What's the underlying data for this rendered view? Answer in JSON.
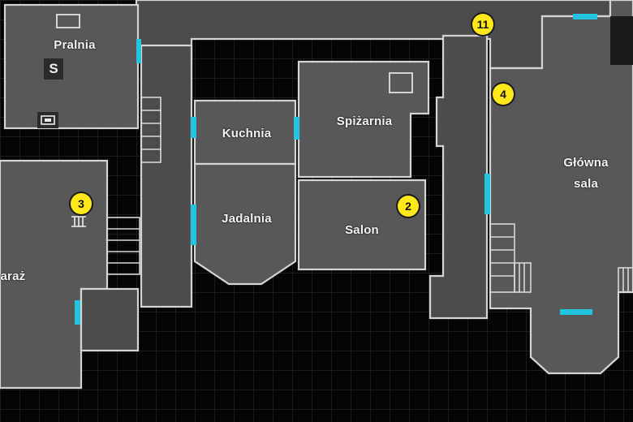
{
  "rooms": {
    "pralnia": "Pralnia",
    "kuchnia": "Kuchnia",
    "spizarnia": "Spiżarnia",
    "jadalnia": "Jadalnia",
    "salon": "Salon",
    "glowna_sala_line1": "Główna",
    "glowna_sala_line2": "sala",
    "garaz": "Garaż"
  },
  "markers": [
    {
      "id": "marker-11",
      "label": "11"
    },
    {
      "id": "marker-4",
      "label": "4"
    },
    {
      "id": "marker-3",
      "label": "3"
    },
    {
      "id": "marker-2",
      "label": "2"
    }
  ],
  "icons": {
    "pralnia_letter": "S",
    "pralnia_icon": "appliance-icon",
    "garaz_icon": "stairs-icon"
  },
  "colors": {
    "room_fill": "#585858",
    "wall": "#d4d4d4",
    "door": "#22c4e0",
    "marker": "#ffe81a",
    "background": "#050505"
  }
}
